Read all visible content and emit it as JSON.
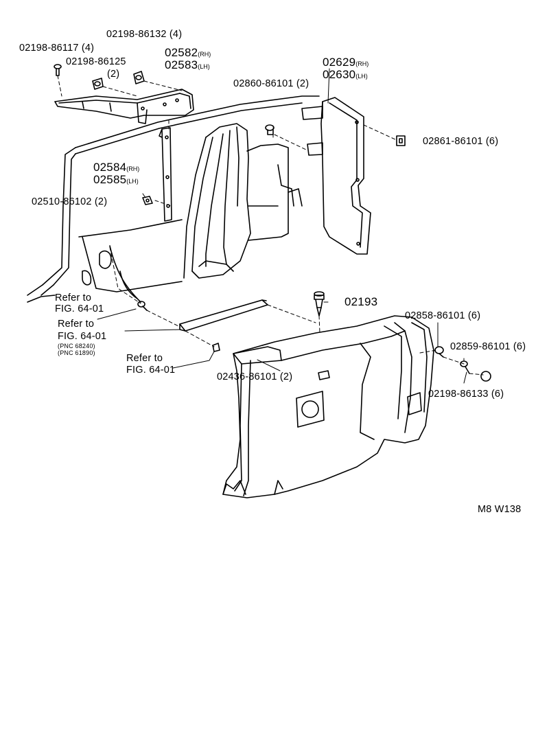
{
  "diagram": {
    "labels": {
      "p86117": "02198-86117 (4)",
      "p86132": "02198-86132 (4)",
      "p86125": "02198-86125",
      "p86125_qty": "(2)",
      "p02582": "02582",
      "p02582_side": "(RH)",
      "p02583": "02583",
      "p02583_side": "(LH)",
      "p02629": "02629",
      "p02629_side": "(RH)",
      "p02630": "02630",
      "p02630_side": "(LH)",
      "p02860": "02860-86101 (2)",
      "p02861": "02861-86101 (6)",
      "p02584": "02584",
      "p02584_side": "(RH)",
      "p02585": "02585",
      "p02585_side": "(LH)",
      "p02510": "02510-86102 (2)",
      "ref1_line1": "Refer to",
      "ref1_line2": "FIG. 64-01",
      "ref2_line1": "Refer to",
      "ref2_line2": "FIG. 64-01",
      "ref2_pnc1": "(PNC 68240)",
      "ref2_pnc2": "(PNC 61890)",
      "ref3_line1": "Refer to",
      "ref3_line2": "FIG. 64-01",
      "p02193": "02193",
      "p02858": "02858-86101 (6)",
      "p02859": "02859-86101 (6)",
      "p02436": "02436-86101 (2)",
      "p86133": "02198-86133 (6)",
      "diagram_code": "M8 W138"
    }
  }
}
